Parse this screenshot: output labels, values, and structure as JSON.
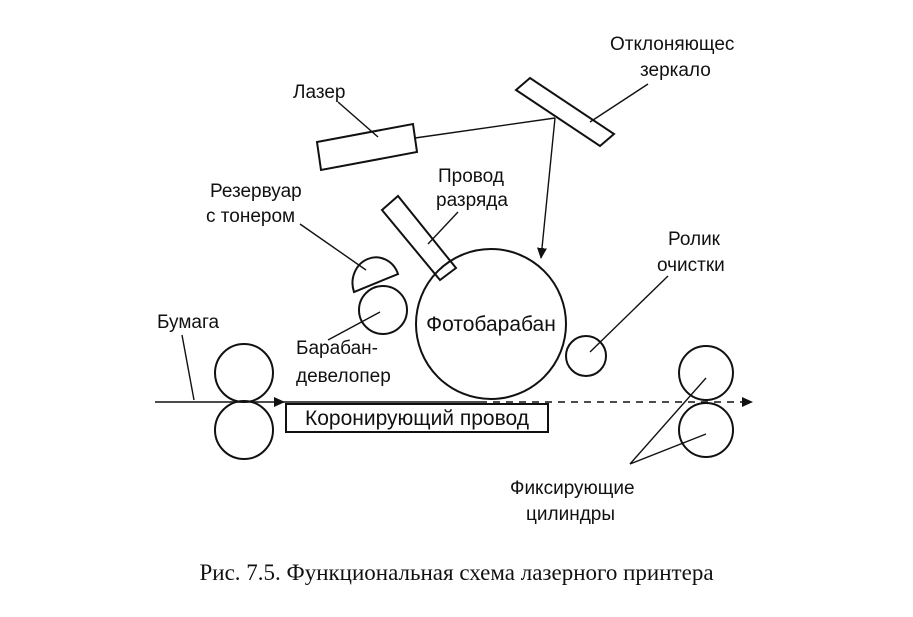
{
  "labels": {
    "laser": "Лазер",
    "mirror_line1": "Отклоняющес",
    "mirror_line2": "зеркало",
    "corona_wire_line1": "Провод",
    "corona_wire_line2": "разряда",
    "toner_line1": "Резервуар",
    "toner_line2": "с тонером",
    "cleaning_line1": "Ролик",
    "cleaning_line2": "очистки",
    "paper": "Бумага",
    "photodrum": "Фотобарабан",
    "developer_line1": "Барабан-",
    "developer_line2": "девелопер",
    "transfer_wire": "Коронирующий провод",
    "fuser_line1": "Фиксирующие",
    "fuser_line2": "цилиндры"
  },
  "caption": "Рис. 7.5. Функциональная схема лазерного принтера"
}
